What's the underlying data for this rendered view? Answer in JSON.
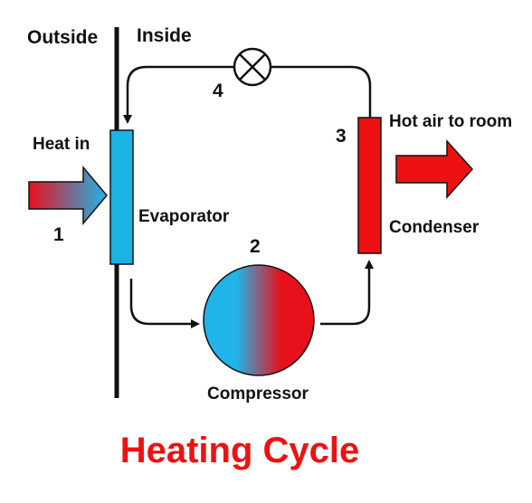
{
  "labels": {
    "outside": "Outside",
    "inside": "Inside",
    "heat_in": "Heat in",
    "hot_air": "Hot air to room",
    "evaporator": "Evaporator",
    "condenser": "Condenser",
    "compressor": "Compressor"
  },
  "steps": {
    "one": "1",
    "two": "2",
    "three": "3",
    "four": "4"
  },
  "title": "Heating Cycle",
  "colors": {
    "evaporator": "#1ab3e6",
    "condenser": "#ee1111",
    "title": "#ee1111",
    "gradient_blue": "#20b4e8",
    "gradient_red": "#e8101c",
    "wall": "#111111"
  },
  "icons": {
    "expansion_valve": "circle-x-icon"
  }
}
